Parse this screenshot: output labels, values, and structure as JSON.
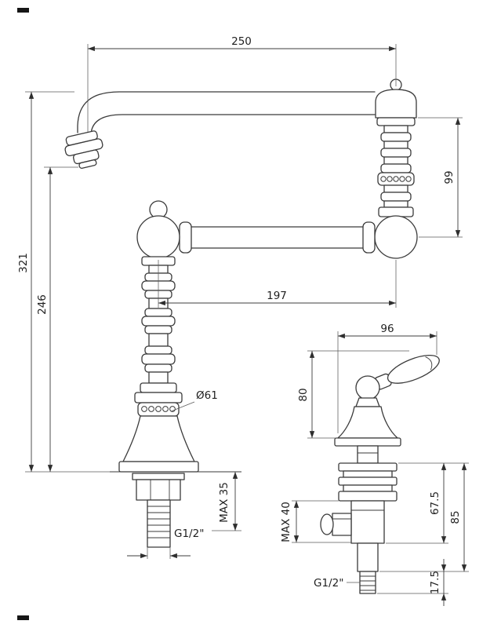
{
  "meta": {
    "background": "#ffffff",
    "ink_color": "#3a3a3a",
    "drawing_kind": "faucet technical dimension drawing"
  },
  "dimensions": {
    "spout_reach": "250",
    "upper_joint_height": "99",
    "total_height": "321",
    "outlet_height": "246",
    "arm_length": "197",
    "base_diameter": "Ø61",
    "max_mount_main": "MAX 35",
    "thread_main": "G1/2\"",
    "valve_handle_reach": "96",
    "valve_handle_height": "80",
    "max_mount_valve": "MAX 40",
    "valve_body_depth": "67.5",
    "valve_total_depth": "85",
    "valve_thread_length": "17.5",
    "thread_valve": "G1/2\""
  }
}
